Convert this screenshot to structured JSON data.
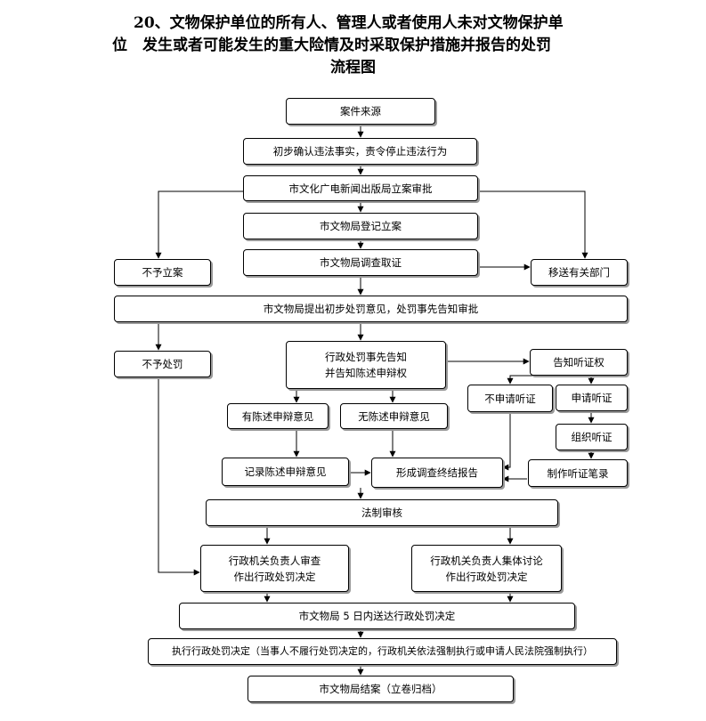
{
  "title": {
    "line1": "20、文物保护单位的所有人、管理人或者使用人未对文物保护单",
    "line2": "位　发生或者可能发生的重大险情及时采取保护措施并报告的处罚",
    "line3": "流程图"
  },
  "boxes": {
    "case_source": "案件来源",
    "initial_confirm": "初步确认违法事实，责令停止违法行为",
    "approval": "市文化广电新闻出版局立案审批",
    "register": "市文物局登记立案",
    "investigate": "市文物局调查取证",
    "no_filing": "不予立案",
    "transfer": "移送有关部门",
    "initial_opinion": "市文物局提出初步处罚意见，处罚事先告知审批",
    "no_penalty": "不予处罚",
    "prior_notice_1": "行政处罚事先告知",
    "prior_notice_2": "并告知陈述申辩权",
    "hearing_notice": "告知听证权",
    "no_hearing": "不申请听证",
    "apply_hearing": "申请听证",
    "organize_hearing": "组织听证",
    "has_statement": "有陈述申辩意见",
    "no_statement": "无陈述申辩意见",
    "record_statement": "记录陈述申辩意见",
    "final_report": "形成调查终结报告",
    "hearing_record": "制作听证笔录",
    "legal_review": "法制审核",
    "head_review_1": "行政机关负责人审查",
    "head_review_2": "作出行政处罚决定",
    "collective_1": "行政机关负责人集体讨论",
    "collective_2": "作出行政处罚决定",
    "deliver": "市文物局 5 日内送达行政处罚决定",
    "execute": "执行行政处罚决定（当事人不履行处罚决定的，行政机关依法强制执行或申请人民法院强制执行）",
    "close": "市文物局结案（立卷归档）"
  }
}
